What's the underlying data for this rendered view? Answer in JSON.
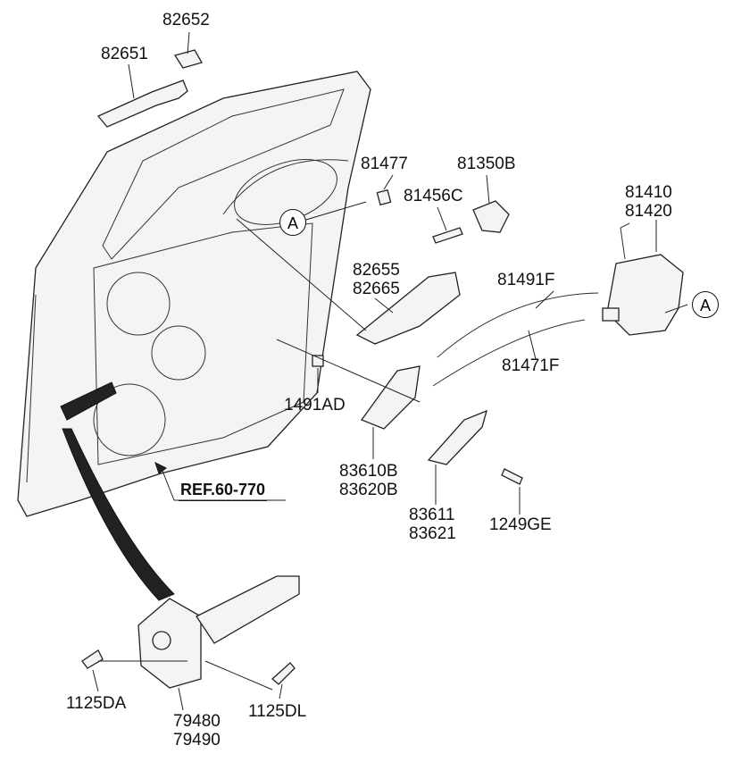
{
  "labels": {
    "p82652": "82652",
    "p82651": "82651",
    "p81477": "81477",
    "p81350b": "81350B",
    "p81456c": "81456C",
    "p81410": "81410",
    "p81420": "81420",
    "p82655": "82655",
    "p82665": "82665",
    "p81491f": "81491F",
    "p81471f": "81471F",
    "p1491ad": "1491AD",
    "p83610b": "83610B",
    "p83620b": "83620B",
    "p83611": "83611",
    "p83621": "83621",
    "p1249ge": "1249GE",
    "p1125da": "1125DA",
    "p79480": "79480",
    "p79490": "79490",
    "p1125dl": "1125DL"
  },
  "reference": "REF.60-770",
  "callouts": {
    "a1": "A",
    "a2": "A"
  }
}
